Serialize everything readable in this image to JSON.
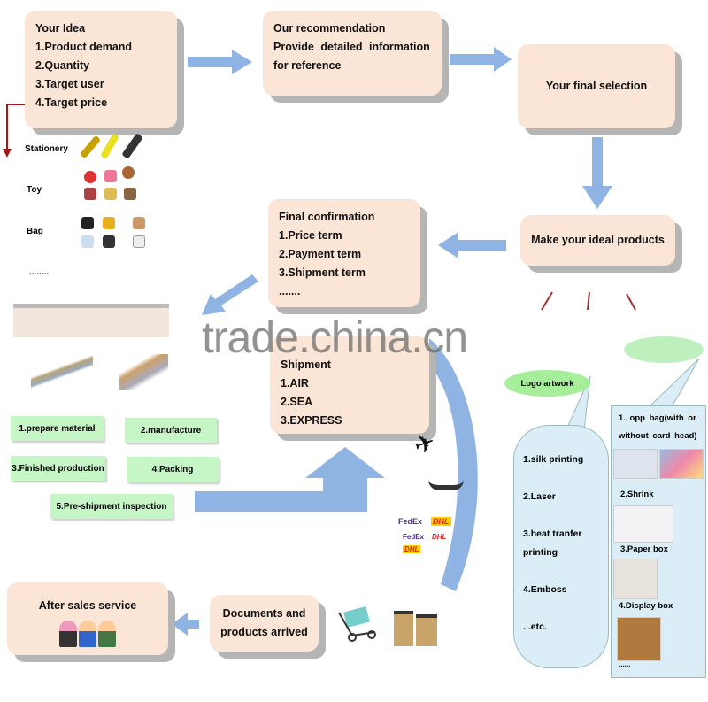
{
  "idea": {
    "title": "Your Idea",
    "items": [
      "1.Product demand",
      "2.Quantity",
      "3.Target user",
      "4.Target price"
    ]
  },
  "recommendation": {
    "lines": [
      "Our recommendation",
      "Provide detailed information",
      "for reference"
    ]
  },
  "final_selection": "Your final selection",
  "make_products": "Make your ideal products",
  "confirmation": {
    "title": "Final confirmation",
    "items": [
      "1.Price term",
      "2.Payment term",
      "3.Shipment term",
      "......."
    ]
  },
  "categories": [
    "Stationery",
    "Toy",
    "Bag",
    "........"
  ],
  "watermark": "trade.china.cn",
  "shipment": {
    "title": "Shipment",
    "items": [
      "1.AIR",
      "2.SEA",
      "3.EXPRESS"
    ]
  },
  "process": [
    "1.prepare material",
    "2.manufacture",
    "3.Finished production",
    "4.Packing",
    "5.Pre-shipment inspection"
  ],
  "logo_artwork": {
    "title": "Logo artwork",
    "items": [
      "1.silk printing",
      "2.Laser",
      "3.heat  tranfer printing",
      "4.Emboss",
      "...etc."
    ]
  },
  "packaging": {
    "items": [
      "1.  opp bag(with or without card head)",
      "2.Shrink",
      "3.Paper box",
      "4.Display box",
      "......"
    ]
  },
  "couriers": [
    "FedEx",
    "DHL",
    "FedEx",
    "DHL",
    "DHL"
  ],
  "documents": "Documents and products arrived",
  "after_sales": "After sales service",
  "colors": {
    "box": "#fbe5d6",
    "arrow": "#8fb4e3",
    "green": "#c6f5c6",
    "callout": "#dbeef8"
  }
}
